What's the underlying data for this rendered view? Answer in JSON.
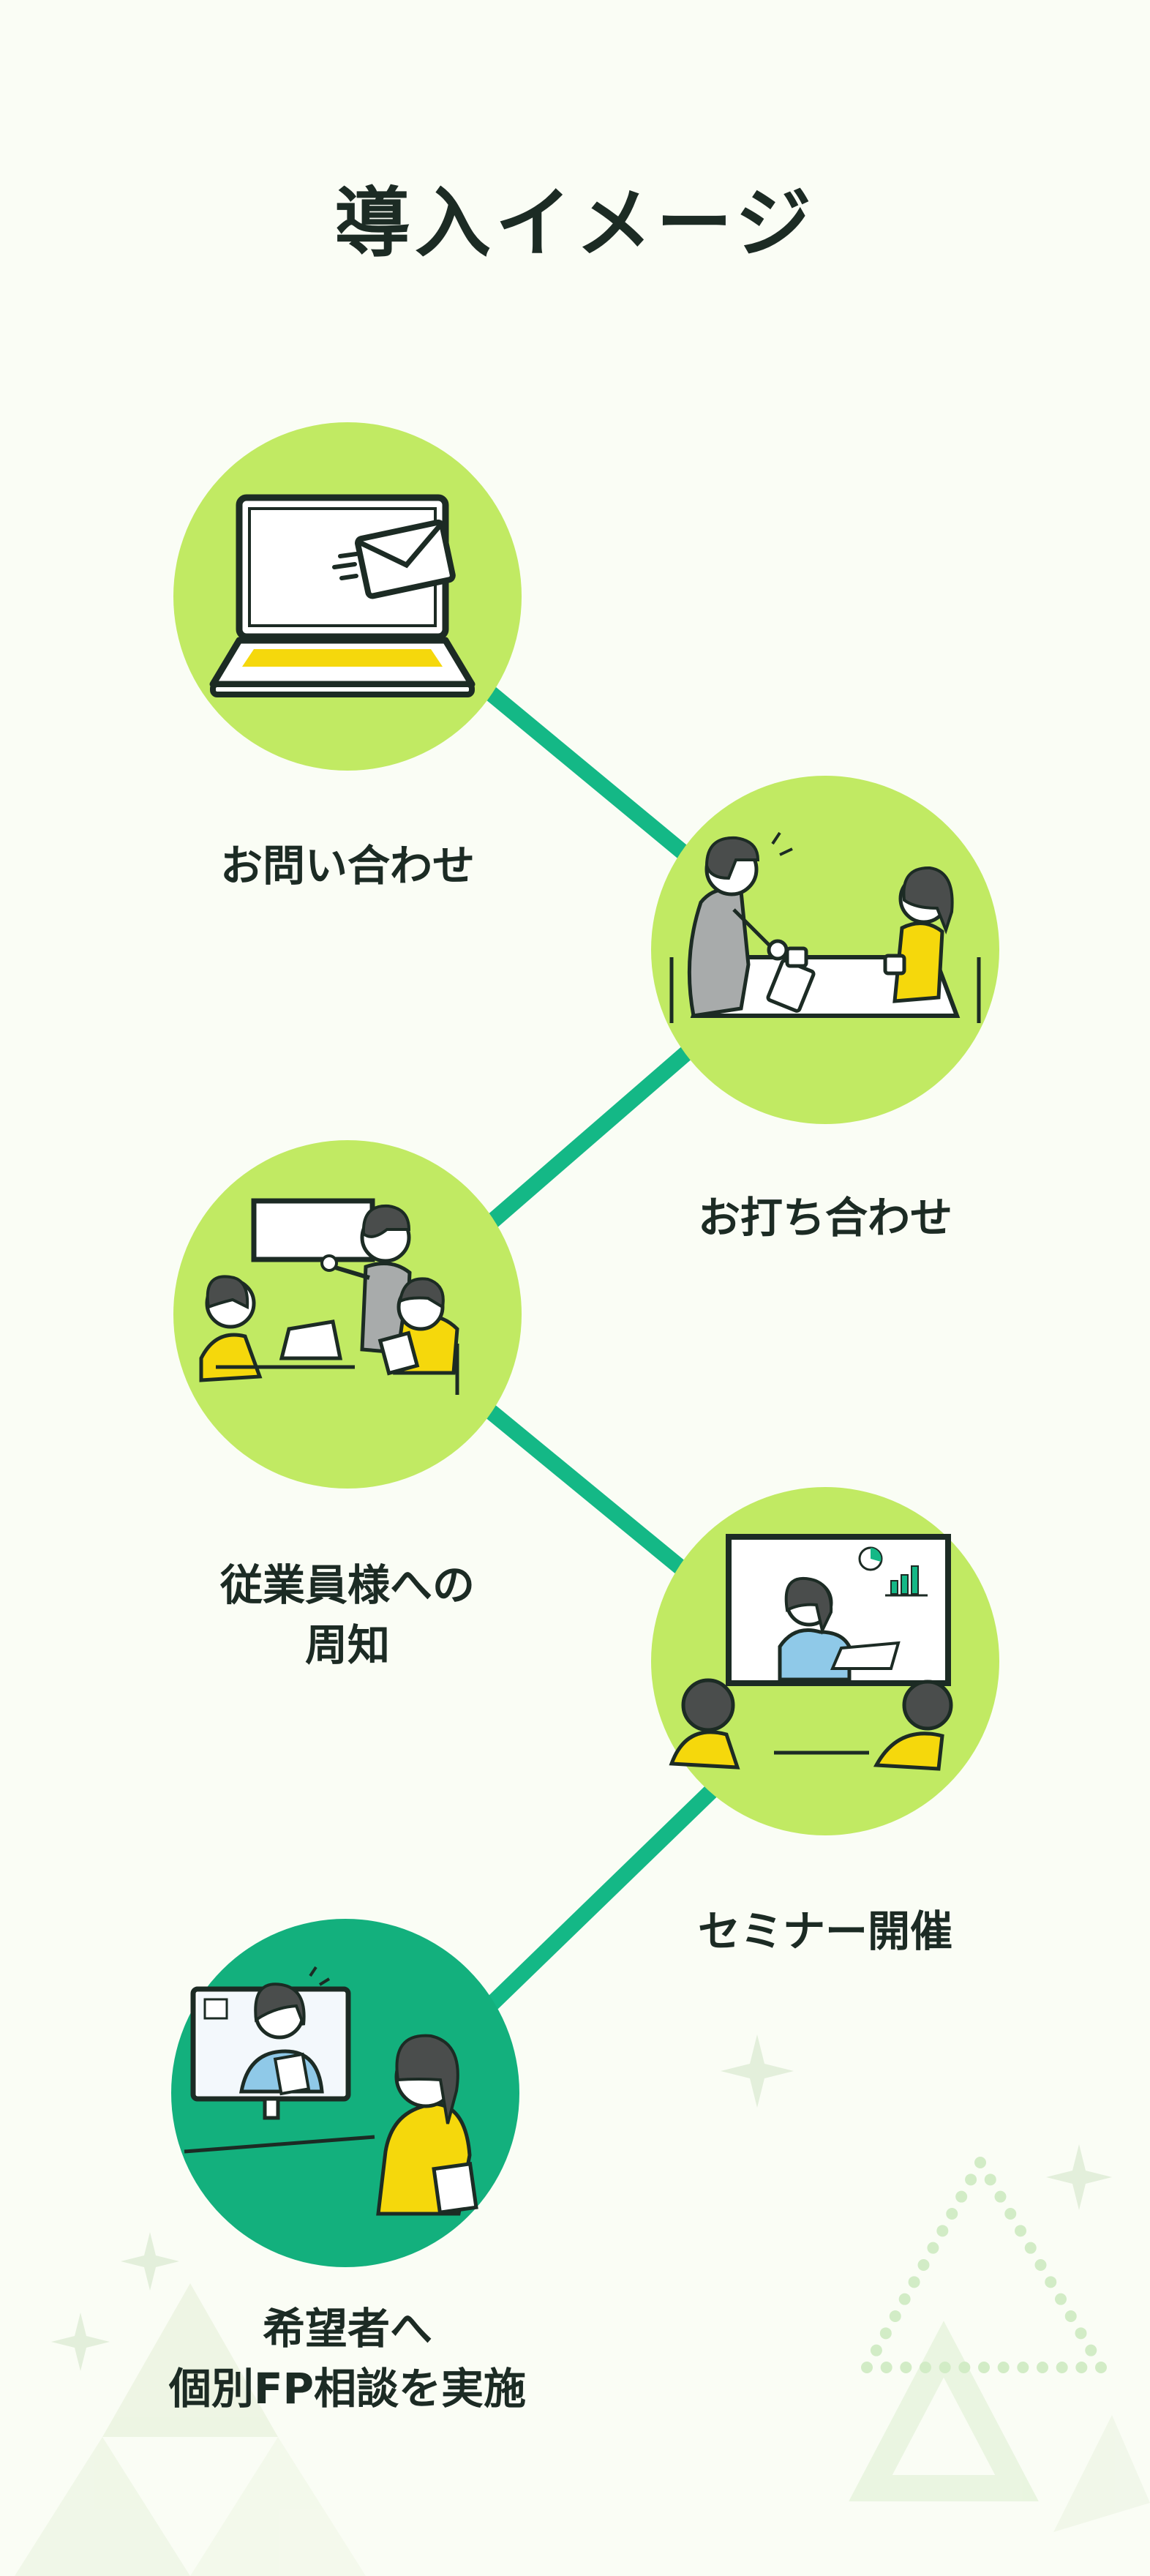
{
  "title": "導入イメージ",
  "steps": [
    {
      "label_lines": [
        "お問い合わせ"
      ],
      "illustration": "laptop-mail-icon"
    },
    {
      "label_lines": [
        "お打ち合わせ"
      ],
      "illustration": "meeting-table-illustration"
    },
    {
      "label_lines": [
        "従業員様への",
        "周知"
      ],
      "illustration": "office-presentation-illustration"
    },
    {
      "label_lines": [
        "セミナー開催"
      ],
      "illustration": "seminar-screen-illustration"
    },
    {
      "label_lines": [
        "希望者へ",
        "個別FP相談を実施"
      ],
      "illustration": "online-consultation-illustration"
    }
  ],
  "colors": {
    "background": "#fafdf5",
    "circle_light_green": "#c1ea63",
    "circle_dark_green": "#13b07d",
    "connector": "#14b886",
    "accent_yellow": "#f5d80c",
    "ink": "#1c2b24"
  }
}
